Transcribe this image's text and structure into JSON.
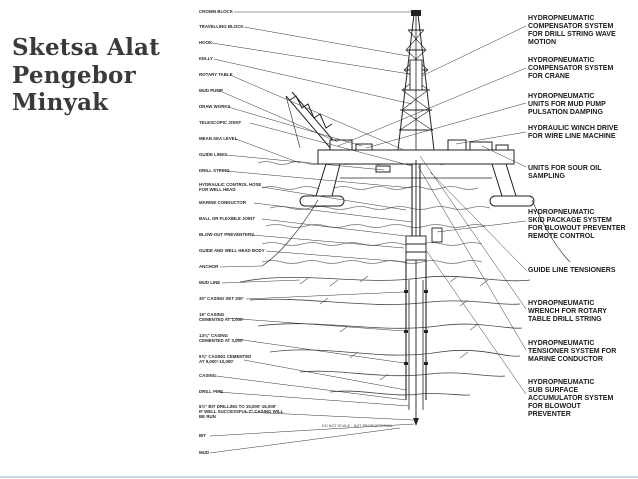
{
  "title": {
    "lines": [
      "Sketsa Alat",
      "Pengebor",
      "Minyak"
    ]
  },
  "left_labels": [
    [
      "CROWN BLOCK"
    ],
    [
      "TRAVELLING BLOCK"
    ],
    [
      "HOOK"
    ],
    [
      "KELLY"
    ],
    [
      "ROTARY TABLE"
    ],
    [
      "MUD PUMP"
    ],
    [
      "DRAW WORKS"
    ],
    [
      "TELESCOPIC JOINT"
    ],
    [
      "MEAN SEA LEVEL"
    ],
    [
      "GUIDE LINES"
    ],
    [
      "DRILL STRING"
    ],
    [
      "HYDRAULIC CONTROL HOSE",
      "FOR WELL HEAD"
    ],
    [
      "MARINE CONDUCTOR"
    ],
    [
      "BALL OR FLEXIBLE JOINT"
    ],
    [
      "BLOW-OUT PREVENTERS"
    ],
    [
      "GUIDE AND WELL HEAD BODY"
    ],
    [
      "ANCHOR"
    ],
    [
      "MUD LINE"
    ],
    [
      "30\" CASING SET 200'"
    ],
    [
      "16\" CASING",
      "CEMENTED AT 1,000'"
    ],
    [
      "13⅜\" CASING",
      "CEMENTED AT 3,000'"
    ],
    [
      "9⅝\" CASING CEMENTED",
      "AT 9,000'-10,000'"
    ],
    [
      "CASING"
    ],
    [
      "DRILL PIPE"
    ],
    [
      "8½\" BIT DRILLING TO 15,000'-16,000'",
      "IF WELL SUCCESSFUL 7\" CASING WILL",
      "BE RUN"
    ],
    [
      "BIT"
    ],
    [
      "MUD"
    ]
  ],
  "right_labels": [
    [
      "HYDROPNEUMATIC",
      "COMPENSATOR SYSTEM",
      "FOR DRILL STRING WAVE",
      "MOTION"
    ],
    [
      "HYDROPNEUMATIC",
      "COMPENSATOR SYSTEM",
      "FOR CRANE"
    ],
    [
      "HYDROPNEUMATIC",
      "UNITS FOR MUD PUMP",
      "PULSATION DAMPING"
    ],
    [
      "HYDRAULIC WINCH DRIVE",
      "FOR WIRE LINE MACHINE"
    ],
    [
      "UNITS FOR SOUR OIL",
      "SAMPLING"
    ],
    [
      "HYDROPNEUMATIC",
      "SKID PACKAGE SYSTEM",
      "FOR BLOWOUT PREVENTER",
      "REMOTE CONTROL"
    ],
    [
      "GUIDE LINE TENSIONERS"
    ],
    [
      "HYDROPNEUMATIC",
      "WRENCH FOR ROTARY",
      "TABLE DRILL STRING"
    ],
    [
      "HYDROPNEUMATIC",
      "TENSIONER SYSTEM FOR",
      "MARINE CONDUCTOR"
    ],
    [
      "HYDROPNEUMATIC",
      "SUB SURFACE",
      "ACCUMULATOR SYSTEM",
      "FOR BLOWOUT",
      "PREVENTER"
    ]
  ],
  "footnote": "DO NOT SCALE · NOT PROPORTIONAL"
}
